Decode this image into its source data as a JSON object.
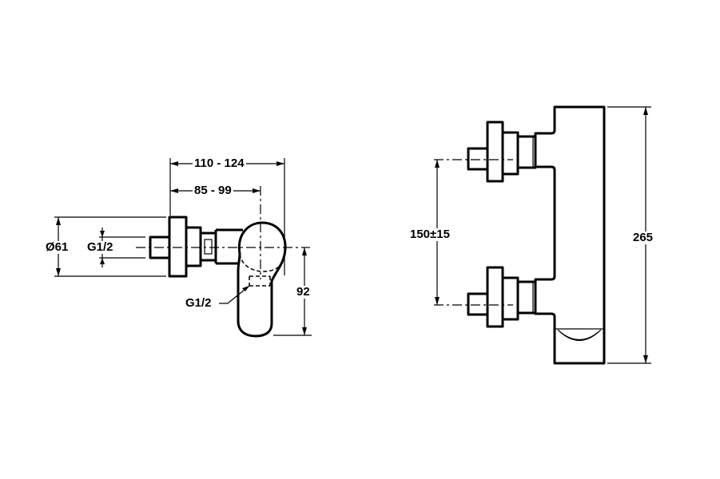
{
  "side_view": {
    "overall_depth": "110 - 124",
    "handle_depth": "85 - 99",
    "flange_diameter": "Ø61",
    "inlet_thread": "G1/2",
    "outlet_thread": "G1/2",
    "outlet_height": "92"
  },
  "front_view": {
    "inlet_spacing": "150±15",
    "overall_height": "265"
  }
}
